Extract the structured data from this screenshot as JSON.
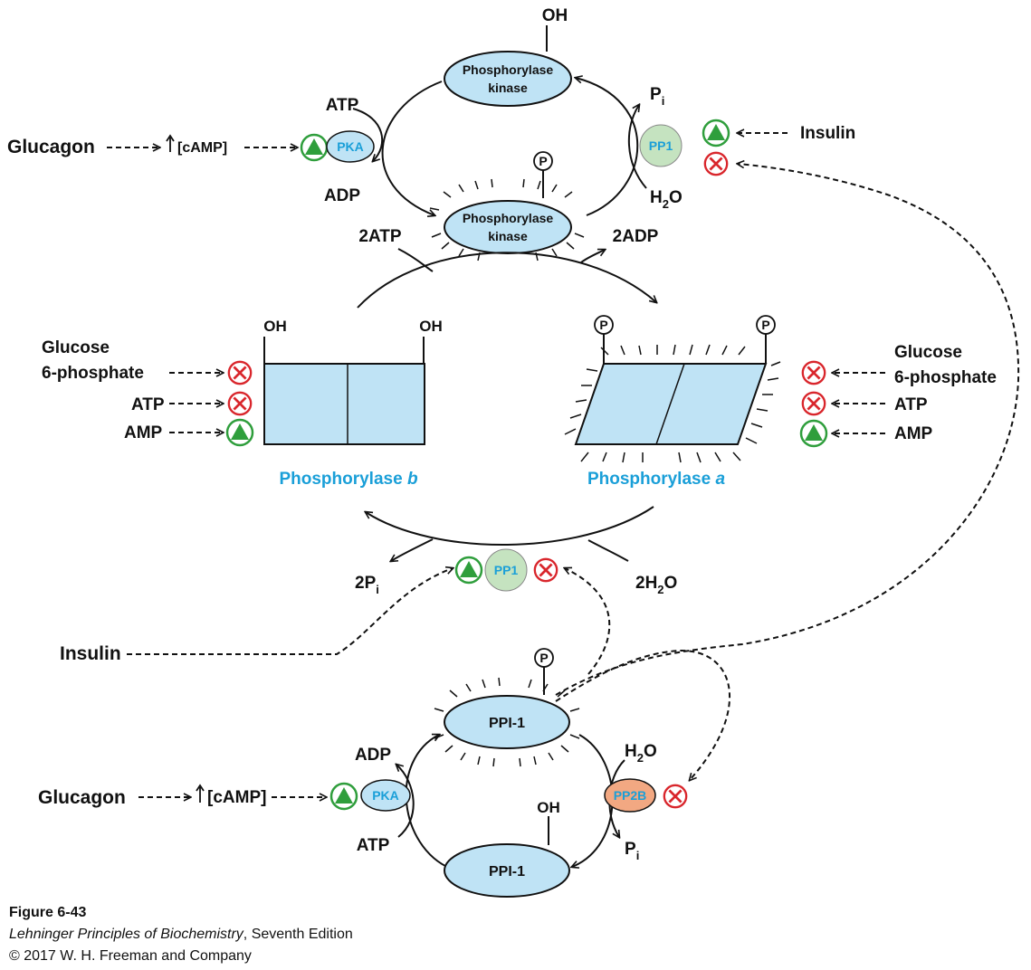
{
  "diagram": {
    "phosphorylase_kinase": "Phosphorylase",
    "phosphorylase_kinase_line2": "kinase",
    "oh": "OH",
    "p": "P",
    "atp": "ATP",
    "adp": "ADP",
    "two_atp": "2ATP",
    "two_adp": "2ADP",
    "pi_base": "P",
    "pi_sub": "i",
    "two_pi_base": "2P",
    "h2o_h": "H",
    "h2o_2": "2",
    "h2o_o": "O",
    "two_h2o_prefix": "2H",
    "glucagon": "Glucagon",
    "camp": "[cAMP]",
    "insulin": "Insulin",
    "pka": "PKA",
    "pp1": "PP1",
    "pp2b": "PP2B",
    "ppi1": "PPI-1",
    "glucose": "Glucose",
    "g6p": "6-phosphate",
    "amp": "AMP",
    "phosphorylase_b": "Phosphorylase ",
    "b": "b",
    "phosphorylase_a": "Phosphorylase ",
    "a": "a"
  },
  "colors": {
    "enzyme_blue": "#bfe3f5",
    "pp1_green": "#c5e3c0",
    "pp2b_orange": "#f2a882",
    "activator_green": "#2f9e3c",
    "inhibitor_red": "#d9262c",
    "label_blue": "#1a9fd8"
  },
  "caption": {
    "figure": "Figure 6-43",
    "book_title": "Lehninger Principles of Biochemistry",
    "edition": ", Seventh Edition",
    "copyright": "© 2017 W. H. Freeman and Company"
  }
}
